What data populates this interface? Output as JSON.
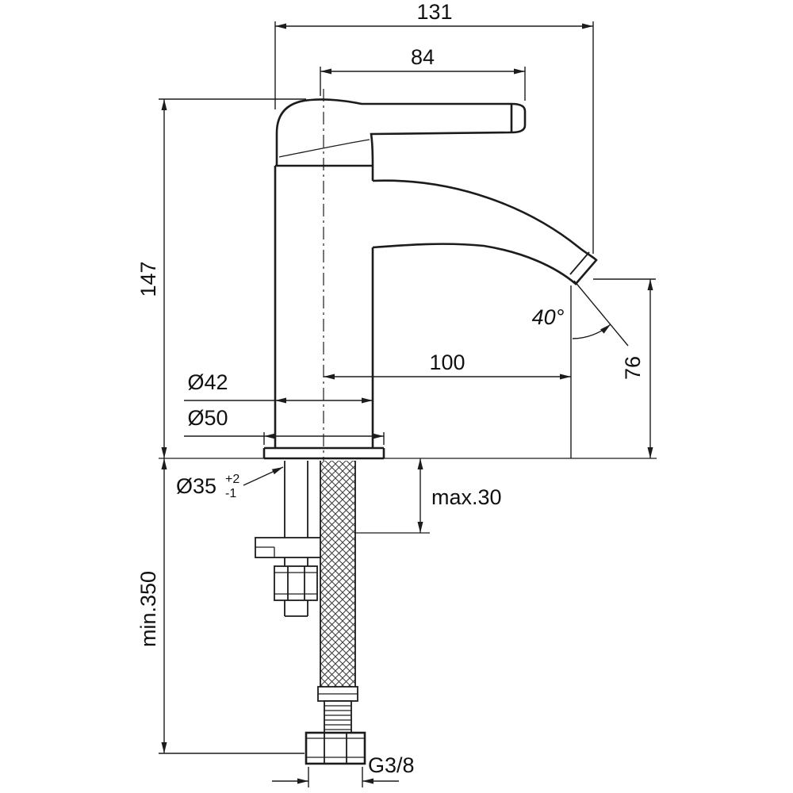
{
  "drawing": {
    "background": "#ffffff",
    "line_color": "#1c1c1c",
    "units": "mm",
    "labels": {
      "overall_width": "131",
      "handle_length": "84",
      "body_height": "147",
      "spout_reach": "100",
      "spout_angle": "40°",
      "spout_outlet_height": "76",
      "body_diameter": "Ø42",
      "base_diameter": "Ø50",
      "hole_diameter": "Ø35",
      "hole_tolerance_plus": "+2",
      "hole_tolerance_minus": "-1",
      "max_deck_thickness": "max.30",
      "min_clearance_below": "min.350",
      "supply_thread": "G3/8"
    }
  }
}
